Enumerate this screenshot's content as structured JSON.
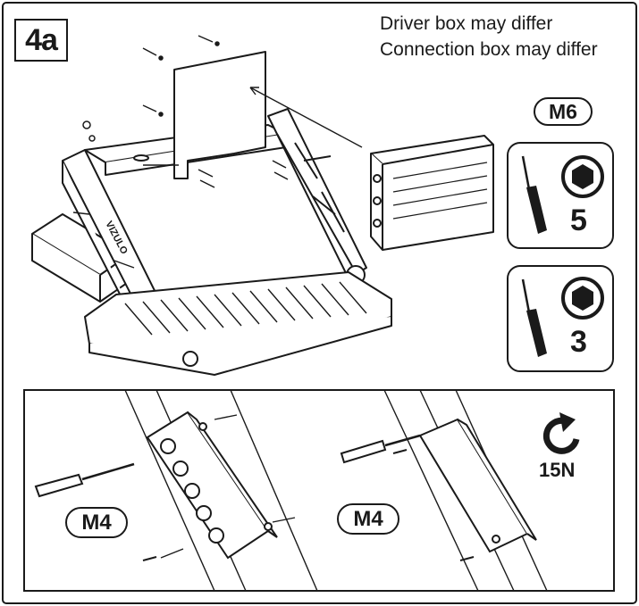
{
  "step": {
    "label": "4a"
  },
  "notes": {
    "line1": "Driver box may differ",
    "line2": "Connection box may differ"
  },
  "top_panel": {
    "bolt_size": "M6",
    "tools": [
      {
        "icon": "screwdriver-icon",
        "bit_icon": "hex-socket-icon",
        "size": "5"
      },
      {
        "icon": "screwdriver-icon",
        "bit_icon": "hex-socket-icon",
        "size": "3"
      }
    ],
    "fixture_brand": "VIZULO"
  },
  "bottom_panel": {
    "left_bolt_size": "M4",
    "right_bolt_size": "M4",
    "torque": {
      "icon": "rotate-clockwise-icon",
      "value": "15N"
    }
  },
  "colors": {
    "line": "#1a1a1a",
    "background": "#ffffff"
  }
}
